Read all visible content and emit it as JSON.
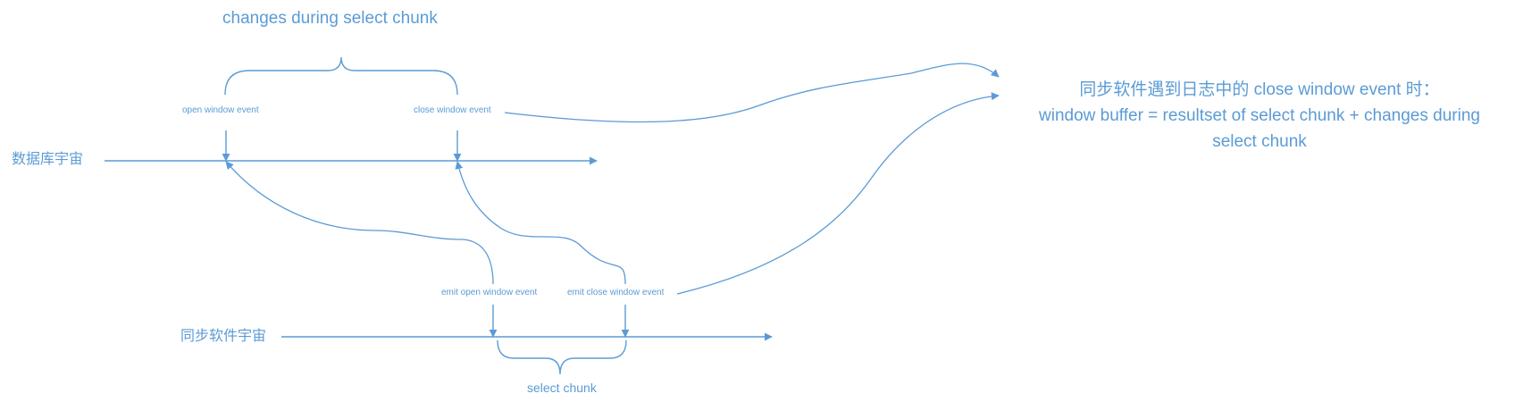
{
  "colors": {
    "line": "#5b9bd5",
    "text": "#5b9bd5",
    "background": "#ffffff"
  },
  "labels": {
    "changes_during_select_chunk": "changes during select chunk",
    "open_window_event": "open window event",
    "close_window_event": "close window event",
    "database_universe": "数据库宇宙",
    "sync_software_universe": "同步软件宇宙",
    "emit_open_window_event": "emit open window event",
    "emit_close_window_event": "emit close window event",
    "select_chunk": "select chunk"
  },
  "note": {
    "line1": "同步软件遇到日志中的 close window event 时：",
    "line2": "window buffer = resultset of select chunk + changes during",
    "line3": "select chunk"
  }
}
